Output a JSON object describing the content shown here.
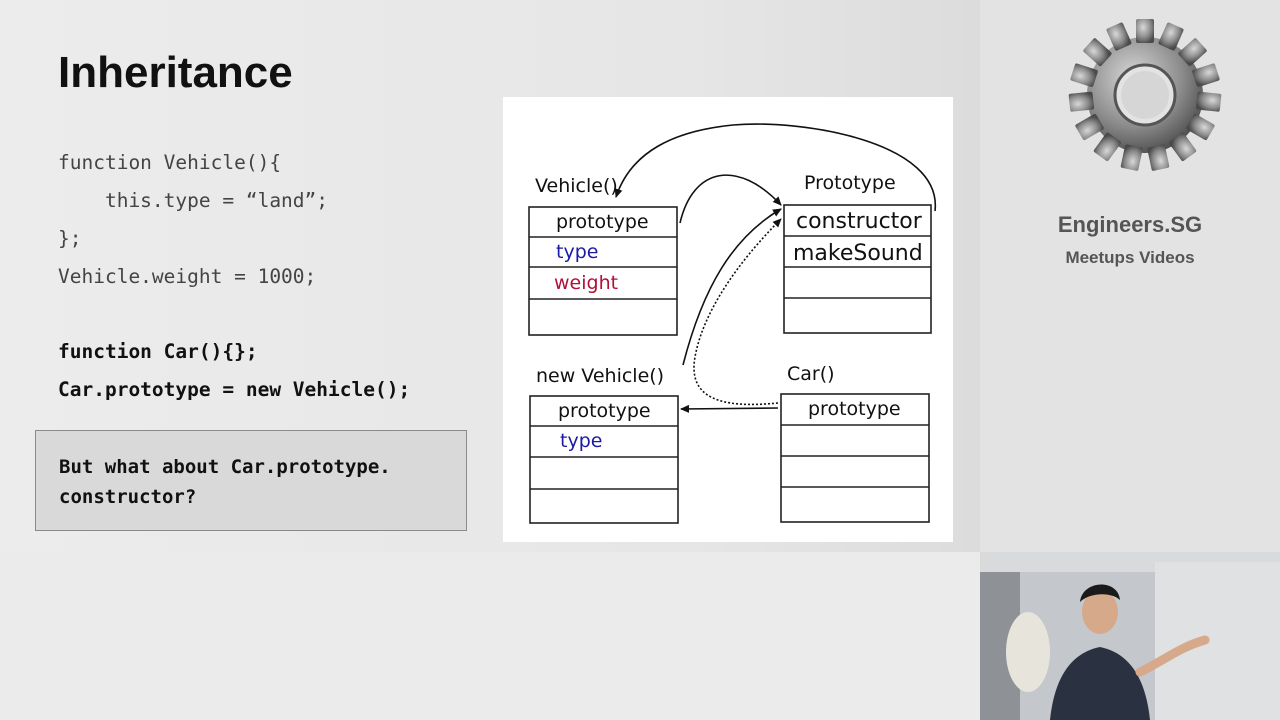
{
  "slide": {
    "title": "Inheritance",
    "code_lines": [
      "function Vehicle(){",
      "    this.type = “land”;",
      "};",
      "Vehicle.weight = 1000;"
    ],
    "bold_lines": [
      "function Car(){};",
      "Car.prototype = new Vehicle();"
    ],
    "callout": "But what about Car.prototype.\nconstructor?"
  },
  "diagram": {
    "vehicle_title": "Vehicle()",
    "vehicle_rows": [
      "prototype",
      "type",
      "weight"
    ],
    "prototype_title": "Prototype",
    "prototype_rows": [
      "constructor",
      "makeSound"
    ],
    "newvehicle_title": "new Vehicle()",
    "newvehicle_rows": [
      "prototype",
      "type"
    ],
    "car_title": "Car()",
    "car_rows": [
      "prototype"
    ],
    "colors": {
      "type": "#1a1aa6",
      "weight": "#b0103a"
    }
  },
  "sidebar": {
    "brand": "Engineers.SG",
    "subtitle": "Meetups Videos",
    "logo_icon": "gear-icon"
  },
  "video": {
    "icon": "presenter-video"
  }
}
